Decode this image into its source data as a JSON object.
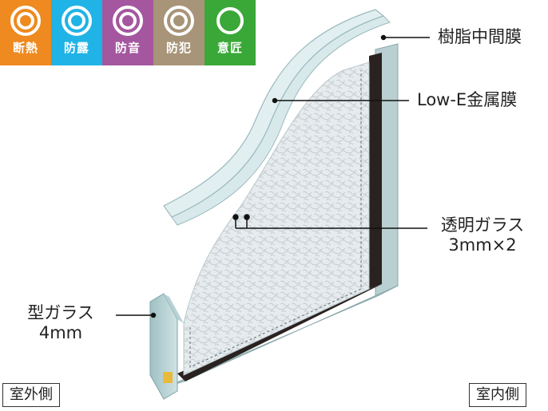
{
  "badges": [
    {
      "label": "断熱",
      "color": "#ee8a1f",
      "icon": "double-ring"
    },
    {
      "label": "防露",
      "color": "#1fb3e6",
      "icon": "double-ring"
    },
    {
      "label": "防音",
      "color": "#a4579f",
      "icon": "double-ring"
    },
    {
      "label": "防犯",
      "color": "#a89478",
      "icon": "double-ring"
    },
    {
      "label": "意匠",
      "color": "#3aa838",
      "icon": "single-ring"
    }
  ],
  "callouts": {
    "resin_film": "樹脂中間膜",
    "lowe_film": "Low-E金属膜",
    "clear_glass": "透明ガラス",
    "clear_glass_thickness": "3mm×2",
    "patterned_glass": "型ガラス",
    "patterned_glass_thickness": "4mm"
  },
  "sides": {
    "outdoor": "室外側",
    "indoor": "室内側"
  }
}
